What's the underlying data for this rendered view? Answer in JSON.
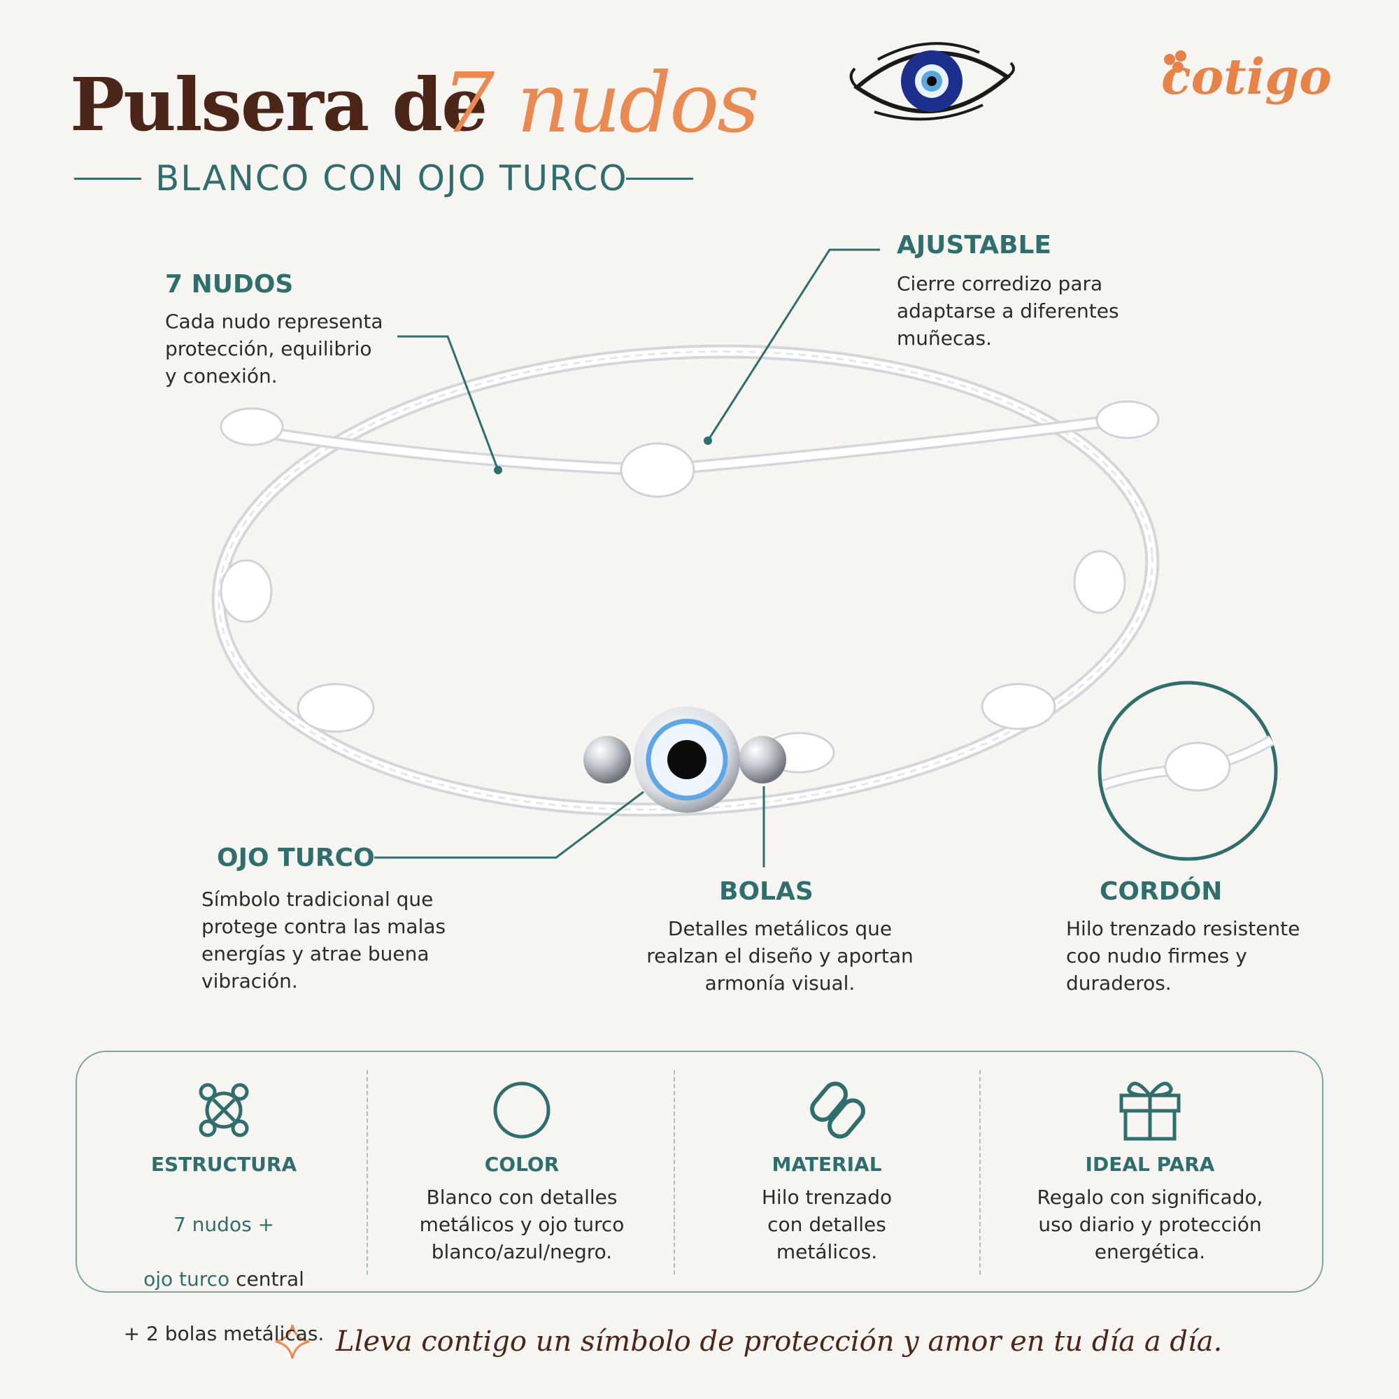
{
  "header": {
    "title_main": "Pulsera de",
    "title_script": "7 nudos",
    "subtitle": "BLANCO CON OJO TURCO",
    "brand": "cotigo"
  },
  "callouts": {
    "nudos": {
      "label": "7 NUDOS",
      "text": "Cada nudo representa\nprotección, equilibrio\ny conexión."
    },
    "ajustable": {
      "label": "AJUSTABLE",
      "text": "Cierre corredizo para\nadaptarse a diferentes\nmuñecas."
    },
    "ojo": {
      "label": "OJO TURCO",
      "text": "Símbolo tradicional que\nprotege contra las malas\nenergías y atrae buena\nvibración."
    },
    "bolas": {
      "label": "BOLAS",
      "text": "Detalles metálicos que\nrealzan el diseño y aportan\narmonía visual."
    },
    "cordon": {
      "label": "CORDÓN",
      "text": "Hilo trenzado resistente\ncoo nudıo firmes y\nduraderos."
    }
  },
  "features": [
    {
      "icon": "knot-icon",
      "title": "ESTRUCTURA",
      "line1": "7 nudos +",
      "line2a": "ojo turco",
      "line2b": " central",
      "line3": "+ 2 bolas metálicas."
    },
    {
      "icon": "circle-icon",
      "title": "COLOR",
      "text": "Blanco con detalles\nmetálicos y ojo turco\nblanco/azul/negro."
    },
    {
      "icon": "link-icon",
      "title": "MATERIAL",
      "text": "Hilo trenzado\ncon detalles\nmetálicos."
    },
    {
      "icon": "gift-icon",
      "title": "IDEAL PARA",
      "text": "Regalo con significado,\nuso diario y protección\nenergética."
    }
  ],
  "tagline": "Lleva contigo un símbolo de protección y amor en tu día a día.",
  "colors": {
    "teal": "#2f6e6c",
    "orange": "#e88a52",
    "brown": "#4a2518",
    "background": "#f7f5f1"
  }
}
